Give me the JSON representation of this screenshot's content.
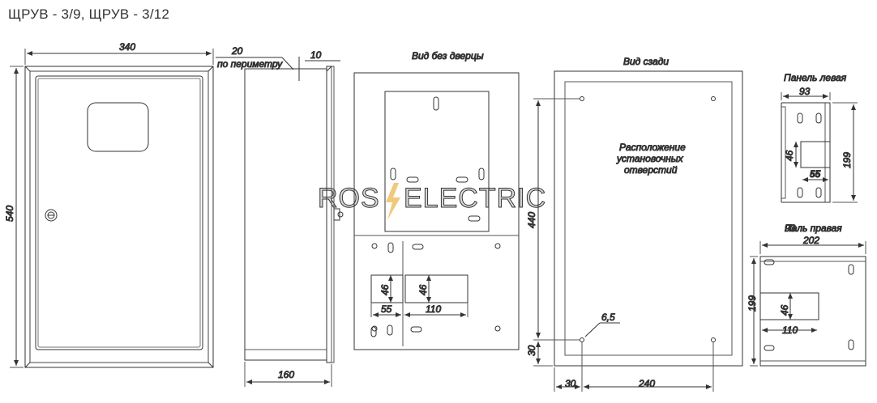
{
  "title": "ЩРУВ - 3/9, ЩРУВ - 3/12",
  "watermark": {
    "left": "ROS",
    "right": "ELECTRIC"
  },
  "front": {
    "width": "340",
    "height": "540"
  },
  "side": {
    "perimeter_value": "20",
    "perimeter_text": "по периметру",
    "edge": "10",
    "depth": "160"
  },
  "no_door": {
    "caption": "Вид без дверцы",
    "dim46a": "46",
    "dim46b": "46",
    "dim55": "55",
    "dim110": "110"
  },
  "back": {
    "caption": "Вид сзади",
    "note_line1": "Расположение",
    "note_line2": "установочных",
    "note_line3": "отверстий",
    "height": "440",
    "bottom": "30",
    "left": "30",
    "width": "240",
    "hole": "6,5"
  },
  "panel_left": {
    "caption": "Панель левая",
    "width": "93",
    "height": "199",
    "cut_h": "46",
    "cut_w": "55"
  },
  "panel_right": {
    "caption": "Паль правая",
    "overlap_text": "93",
    "width": "202",
    "height": "199",
    "cut_h": "46",
    "cut_w": "110"
  }
}
